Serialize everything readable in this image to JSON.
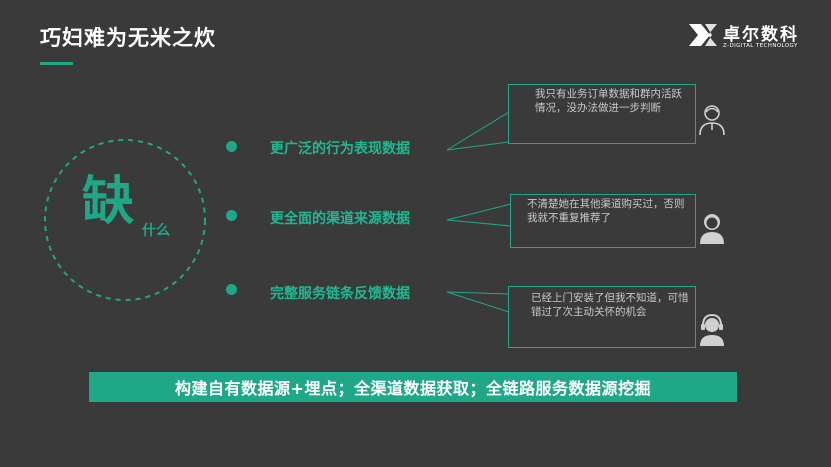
{
  "title": "巧妇难为无米之炊",
  "logo": {
    "name": "卓尔数科",
    "tagline": "Z-DIGITAL TECHNOLOGY"
  },
  "circle": {
    "main_char": "缺",
    "sub_text": "什么"
  },
  "items": [
    {
      "label": "更广泛的行为表现数据",
      "bubble": "我只有业务订单数据和群内活跃情况，没办法做进一步判断",
      "avatar": "customer-service-headset-person-icon"
    },
    {
      "label": "更全面的渠道来源数据",
      "bubble": "不清楚她在其他渠道购买过，否则我就不重复推荐了",
      "avatar": "curly-hair-person-icon"
    },
    {
      "label": "完整服务链条反馈数据",
      "bubble": "已经上门安装了但我不知道，可惜错过了次主动关怀的机会",
      "avatar": "headset-support-person-icon"
    }
  ],
  "banner": "构建自有数据源+埋点；全渠道数据获取；全链路服务数据源挖掘",
  "colors": {
    "background": "#3a3a3a",
    "accent": "#1fa888",
    "text": "#ffffff"
  }
}
